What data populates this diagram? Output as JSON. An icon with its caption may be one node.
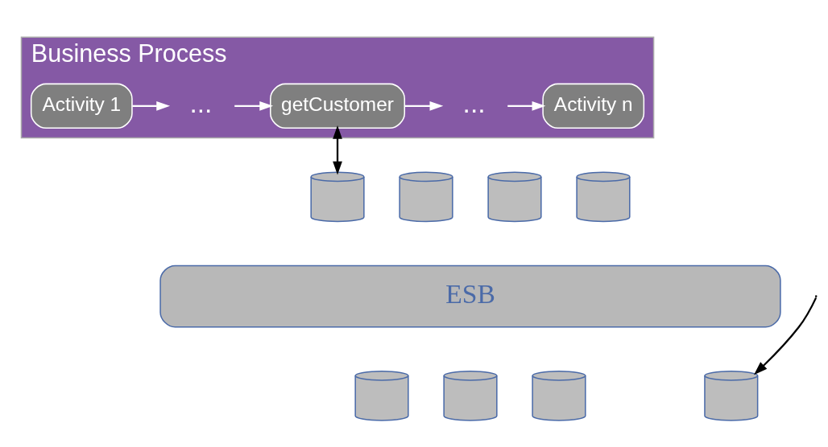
{
  "diagram": {
    "nodes": [
      {
        "text": [
          "Business Process"
        ]
      },
      {
        "text": [
          "Activity 1"
        ],
        "in": 0
      },
      {
        "text": [
          "..."
        ],
        "in": 0
      },
      {
        "text": [
          "getCustomer"
        ],
        "in": 0
      },
      {
        "text": [
          "..."
        ],
        "in": 0
      },
      {
        "text": [
          "Activity n"
        ],
        "in": 0
      },
      {
        "text": [
          "ESB"
        ]
      },
      {
        "text": [],
        "shape": "cylinder"
      },
      {
        "text": [],
        "shape": "cylinder"
      },
      {
        "text": [],
        "shape": "cylinder"
      },
      {
        "text": [],
        "shape": "cylinder"
      },
      {
        "text": [],
        "shape": "cylinder"
      },
      {
        "text": [],
        "shape": "cylinder"
      },
      {
        "text": [],
        "shape": "cylinder"
      },
      {
        "text": [],
        "shape": "cylinder"
      }
    ],
    "edges": [
      {
        "from": 1,
        "to": 2,
        "arrow": "to"
      },
      {
        "from": 2,
        "to": 3,
        "arrow": "to"
      },
      {
        "from": 3,
        "to": 4,
        "arrow": "to"
      },
      {
        "from": 4,
        "to": 5,
        "arrow": "to"
      },
      {
        "from": 3,
        "to": 8,
        "arrow": "both",
        "color": "#000000"
      },
      {
        "from": null,
        "to": 14,
        "arrow": "to",
        "color": "#000000"
      }
    ]
  }
}
